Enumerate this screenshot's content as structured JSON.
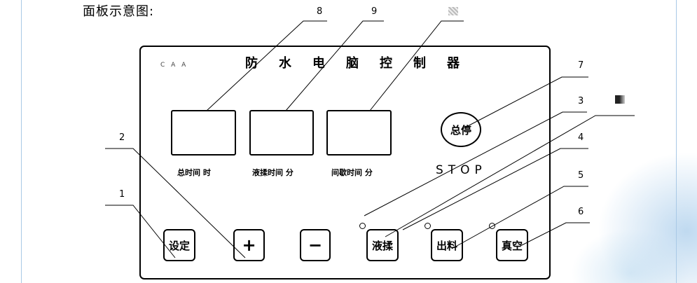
{
  "caption": "面板示意图:",
  "panel": {
    "model": "C A A",
    "title": "防水电脑控制器",
    "stop_button": "总停",
    "stop_text": "STOP"
  },
  "displays": [
    {
      "label": "总时间 时"
    },
    {
      "label": "液揉时间 分"
    },
    {
      "label": "间歇时间 分"
    }
  ],
  "keys": [
    {
      "label": "设定"
    },
    {
      "label": "+"
    },
    {
      "label": "−"
    },
    {
      "label": "液揉"
    },
    {
      "label": "出料"
    },
    {
      "label": "真空"
    }
  ],
  "callouts": [
    "8",
    "9",
    "7",
    "3",
    "4",
    "5",
    "6",
    "2",
    "1"
  ],
  "colors": {
    "line": "#000000",
    "frame": "#a9c9e6",
    "bg_tint": "#aacdeb"
  }
}
